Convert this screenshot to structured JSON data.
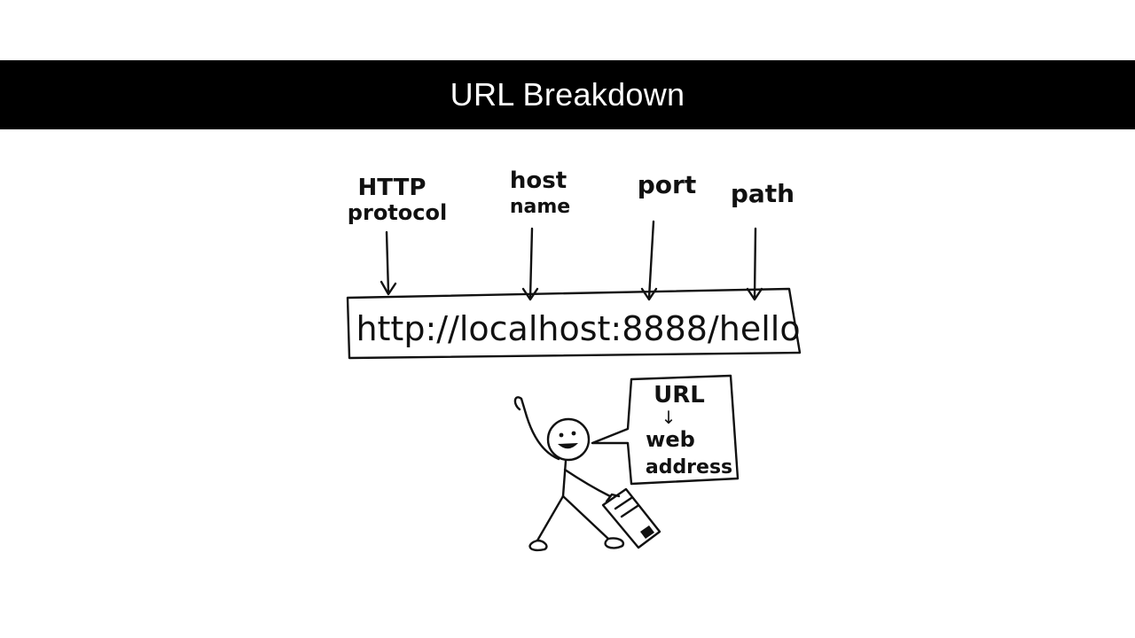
{
  "slide": {
    "title": "URL Breakdown"
  },
  "diagram": {
    "url_text": "http://localhost:8888/hello",
    "parts": [
      {
        "line1": "HTTP",
        "line2": "protocol"
      },
      {
        "line1": "host",
        "line2": "name"
      },
      {
        "line1": "port",
        "line2": ""
      },
      {
        "line1": "path",
        "line2": ""
      }
    ],
    "speech_bubble": {
      "line1": "URL",
      "arrow": "↓",
      "line2": "web",
      "line3": "address"
    }
  },
  "colors": {
    "title_bar": "#000000",
    "title_text": "#ffffff",
    "ink": "#111111",
    "background": "#ffffff"
  }
}
